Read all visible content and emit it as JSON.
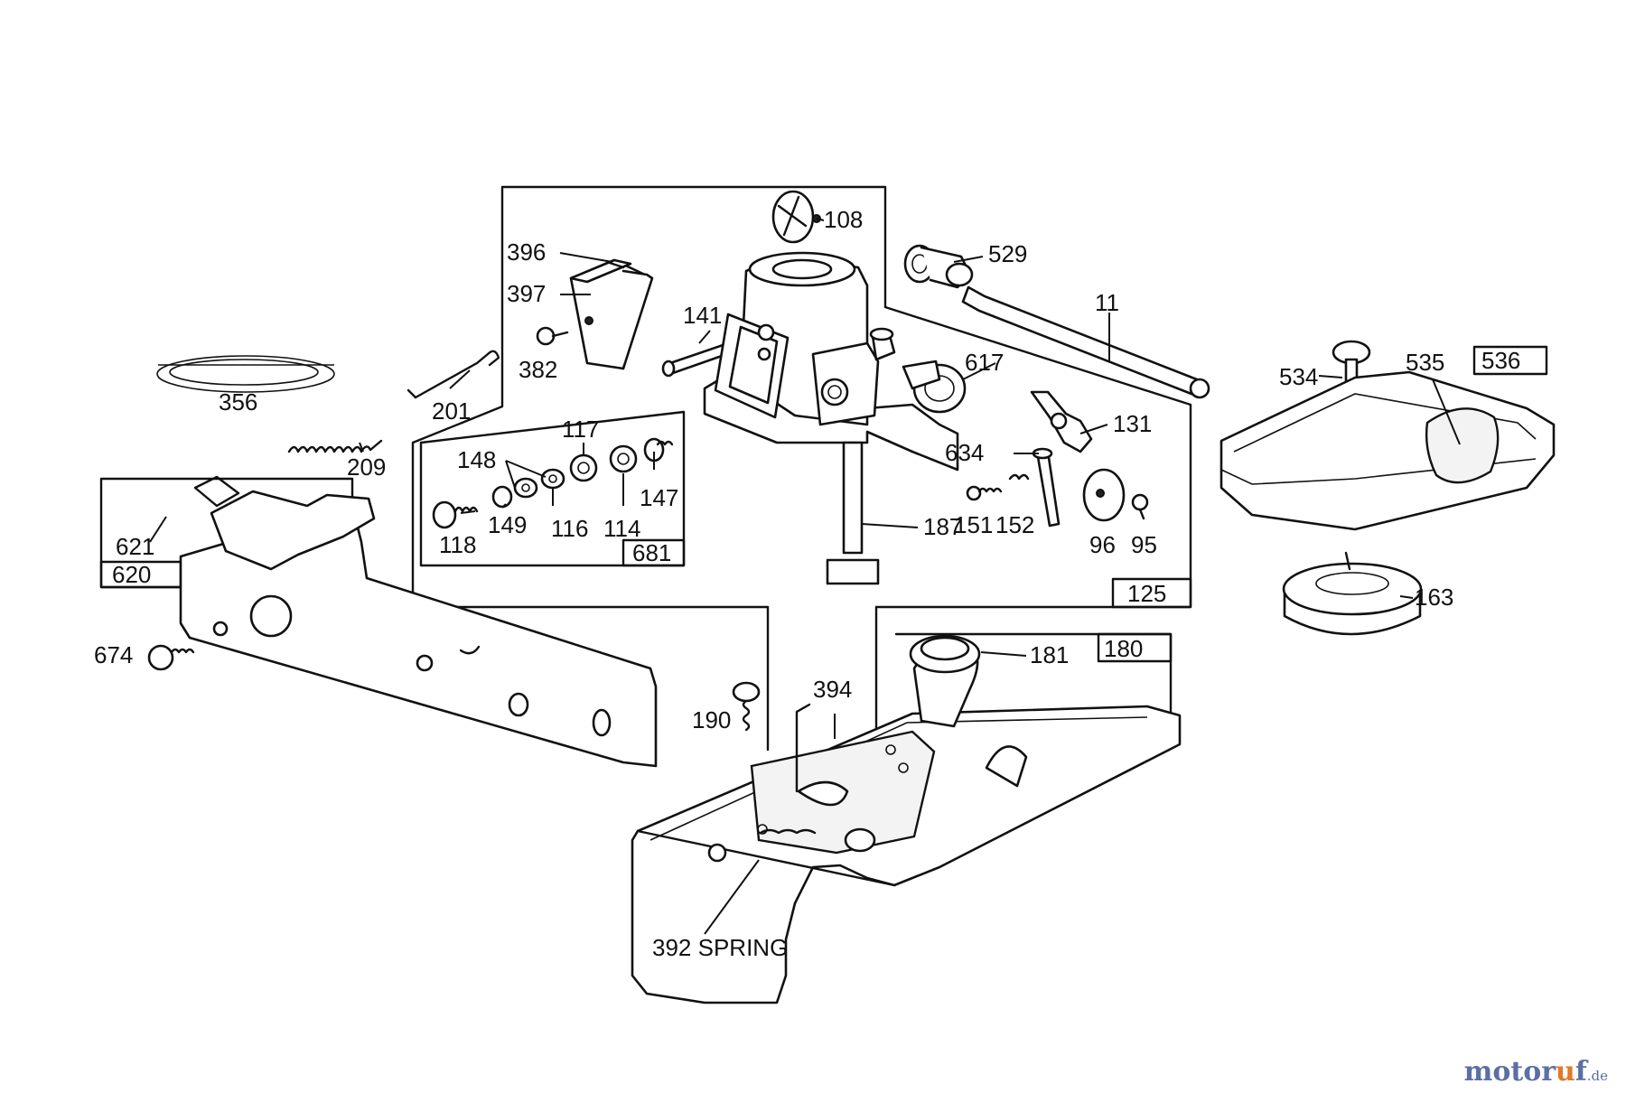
{
  "labels": {
    "p108": "108",
    "p396": "396",
    "p397": "397",
    "p382": "382",
    "p141": "141",
    "p529": "529",
    "p11": "11",
    "p617": "617",
    "p131": "131",
    "p634": "634",
    "p187": "187",
    "p151": "151",
    "p152": "152",
    "p96": "96",
    "p95": "95",
    "p201": "201",
    "p356": "356",
    "p209": "209",
    "p117": "117",
    "p148": "148",
    "p147": "147",
    "p118": "118",
    "p149": "149",
    "p116": "116",
    "p114": "114",
    "p621": "621",
    "p674": "674",
    "p534": "534",
    "p535": "535",
    "p163": "163",
    "p181": "181",
    "p394": "394",
    "p190": "190",
    "p392": "392 SPRING"
  },
  "boxes": {
    "b681": "681",
    "b620": "620",
    "b125": "125",
    "b536": "536",
    "b180": "180"
  },
  "watermark": {
    "main_a": "motor",
    "main_b": "u",
    "main_c": "f",
    "suffix": ".de"
  },
  "colors": {
    "ink": "#111111",
    "watermark_blue": "#5b6fa5",
    "watermark_orange": "#e07a2a"
  }
}
